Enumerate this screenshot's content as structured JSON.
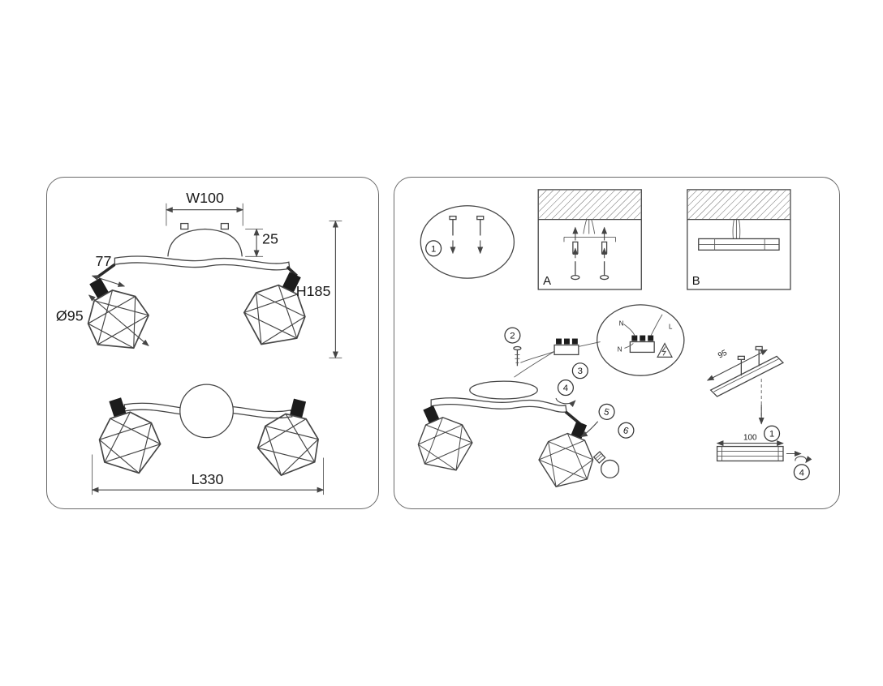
{
  "colors": {
    "line": "#454545",
    "background": "#ffffff",
    "panel_border": "#6a6a6a"
  },
  "left_panel": {
    "dim_w100": "W100",
    "dim_25": "25",
    "dim_77": "77",
    "dim_dia95": "Ø95",
    "dim_h185": "H185",
    "dim_l330": "L330"
  },
  "right_panel": {
    "step_1": "1",
    "step_2": "2",
    "step_3": "3",
    "step_4": "4",
    "step_5": "5",
    "step_6": "6",
    "mount_option_a": "A",
    "mount_option_b": "B",
    "wiring": {
      "n_top": "N",
      "l": "L",
      "n_bottom": "N"
    },
    "detail_dim_95": "95",
    "detail_dim_100": "100",
    "detail_step_1": "1",
    "detail_step_4": "4"
  }
}
